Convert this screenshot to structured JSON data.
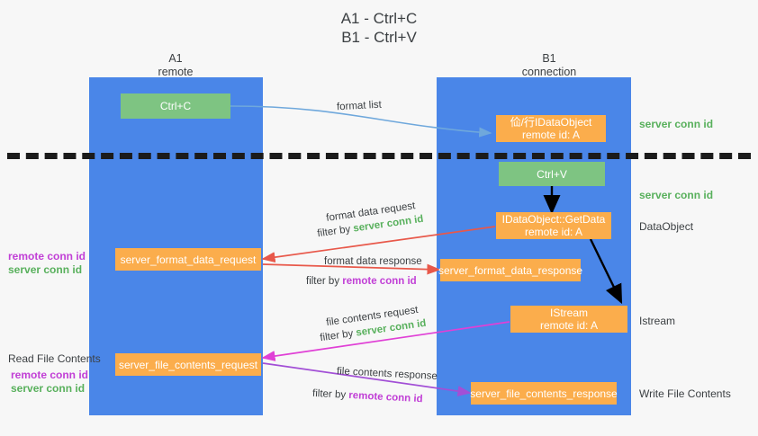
{
  "title": {
    "line1": "A1 - Ctrl+C",
    "line2": "B1 - Ctrl+V"
  },
  "columns": [
    {
      "name": "A1",
      "sub": "remote"
    },
    {
      "name": "B1",
      "sub": "connection"
    }
  ],
  "nodes": {
    "ctrl_c": {
      "label": "Ctrl+C"
    },
    "ctrl_v": {
      "label": "Ctrl+V"
    },
    "idataobject": {
      "line1": "佡/行IDataObject",
      "line2": "remote id: A"
    },
    "getdata": {
      "line1": "IDataObject::GetData",
      "line2": "remote id: A"
    },
    "istream": {
      "line1": "IStream",
      "line2": "remote id: A"
    },
    "server_format_data_request": {
      "label": "server_format_data_request"
    },
    "server_format_data_response": {
      "label": "server_format_data_response"
    },
    "server_file_contents_request": {
      "label": "server_file_contents_request"
    },
    "server_file_contents_response": {
      "label": "server_file_contents_response"
    }
  },
  "edge_labels": {
    "format_list": "format list",
    "format_data_request": "format data request",
    "format_data_request_filter_prefix": "filter by ",
    "format_data_request_filter_value": "server conn id",
    "format_data_response": "format data response",
    "format_data_response_filter_prefix": "filter by ",
    "format_data_response_filter_value": "remote conn id",
    "file_contents_request": "file contents request",
    "file_contents_request_filter_prefix": "filter by ",
    "file_contents_request_filter_value": "server conn id",
    "file_contents_response": "file contents response",
    "file_contents_response_filter_prefix": "filter by ",
    "file_contents_response_filter_value": "remote conn id"
  },
  "side_labels": {
    "server_conn_id_top": "server conn id",
    "server_conn_id_second": "server conn id",
    "dataobject": "DataObject",
    "istream": "Istream",
    "write_file_contents": "Write File Contents",
    "read_file_contents": "Read File Contents",
    "remote_conn_id_mid": "remote conn id",
    "server_conn_id_mid": "server conn id",
    "remote_conn_id_low": "remote conn id",
    "server_conn_id_low": "server conn id"
  },
  "colors": {
    "lane": "#4a86e8",
    "node_green": "#7ec482",
    "node_orange": "#fbad4c",
    "green_text": "#58b05c",
    "purple_text": "#c13fd6",
    "arrow_blue": "#6fa8dc",
    "arrow_red": "#e8584a",
    "arrow_magenta": "#e040d6",
    "arrow_purple": "#9b51e0",
    "arrow_black": "#000000",
    "background": "#f7f7f7"
  }
}
